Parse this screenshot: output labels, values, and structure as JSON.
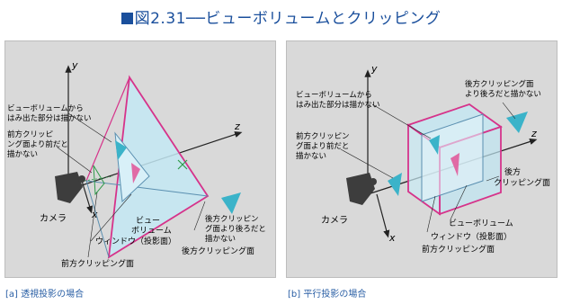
{
  "title": {
    "prefix": "■",
    "text": "図2.31──ビューボリュームとクリッピング"
  },
  "panel_a": {
    "caption": "[a] 透視投影の場合",
    "axis_y": "y",
    "axis_x": "x",
    "axis_z": "z",
    "label_outside_1": "ビューボリュームから",
    "label_outside_2": "はみ出た部分は描かない",
    "label_front_1": "前方クリッピ",
    "label_front_2": "ング面より前だと",
    "label_front_3": "描かない",
    "label_back_1": "後方クリッピン",
    "label_back_2": "グ面より後ろだと",
    "label_back_3": "描かない",
    "camera": "カメラ",
    "view_volume_1": "ビュー",
    "view_volume_2": "ボリューム",
    "window": "ウィンドウ（投影面）",
    "back_plane": "後方クリッピング面",
    "front_plane": "前方クリッピング面"
  },
  "panel_b": {
    "caption": "[b] 平行投影の場合",
    "axis_y": "y",
    "axis_x": "x",
    "axis_z": "z",
    "label_outside_1": "ビューボリュームから",
    "label_outside_2": "はみ出た部分は描かない",
    "label_back_top_1": "後方クリッピング面",
    "label_back_top_2": "より後ろだと描かない",
    "label_front_1": "前方クリッピン",
    "label_front_2": "グ面より前だと",
    "label_front_3": "描かない",
    "label_back_1": "後方",
    "label_back_2": "クリッピング面",
    "camera": "カメラ",
    "view_volume": "ビューボリューム",
    "window": "ウィンドウ（投影面）",
    "front_plane": "前方クリッピング面"
  },
  "colors": {
    "title": "#1a4f9c",
    "frustum": "#d6338a",
    "volume": "#bfe6f2",
    "teal": "#3bb3c9",
    "camera": "#3d3d3d"
  }
}
